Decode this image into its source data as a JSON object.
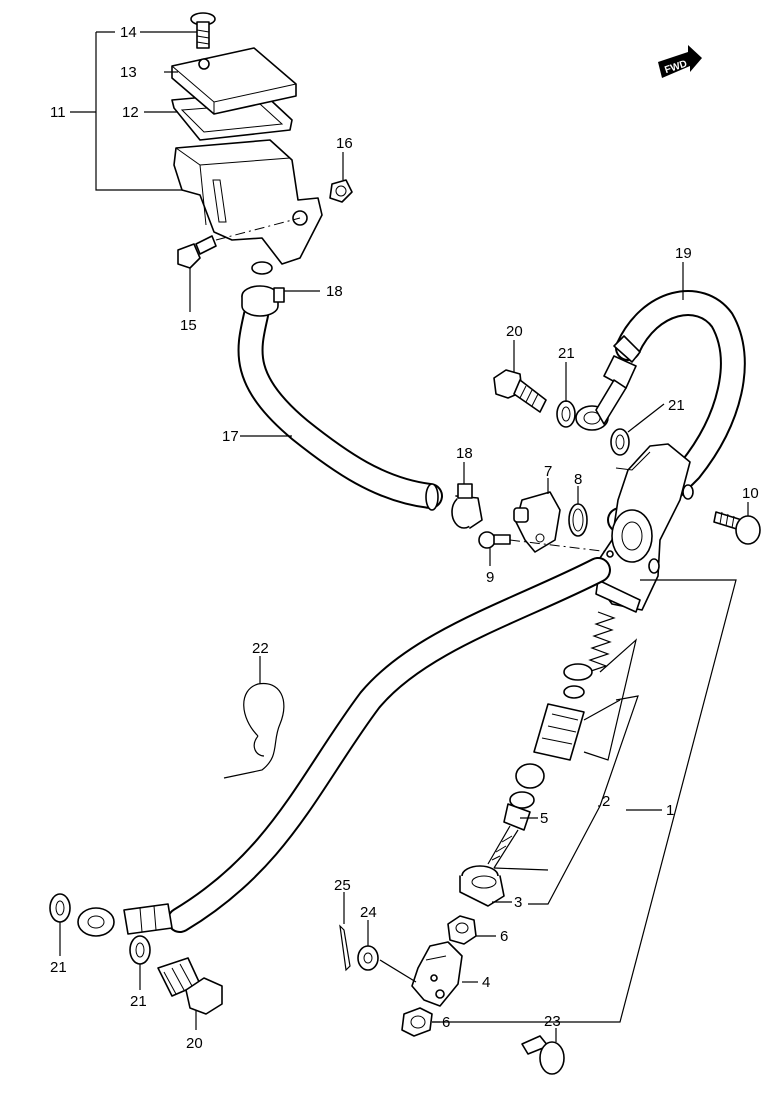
{
  "figure": {
    "fwd_badge": "FWD",
    "callouts": {
      "c1": "1",
      "c2": "2",
      "c3": "3",
      "c4": "4",
      "c5": "5",
      "c6a": "6",
      "c6b": "6",
      "c7": "7",
      "c8": "8",
      "c9": "9",
      "c10": "10",
      "c11": "11",
      "c12": "12",
      "c13": "13",
      "c14": "14",
      "c15": "15",
      "c16": "16",
      "c17": "17",
      "c18a": "18",
      "c18b": "18",
      "c19": "19",
      "c20a": "20",
      "c20b": "20",
      "c21a": "21",
      "c21b": "21",
      "c21c": "21",
      "c21d": "21",
      "c22": "22",
      "c23": "23",
      "c24": "24",
      "c25": "25"
    }
  }
}
